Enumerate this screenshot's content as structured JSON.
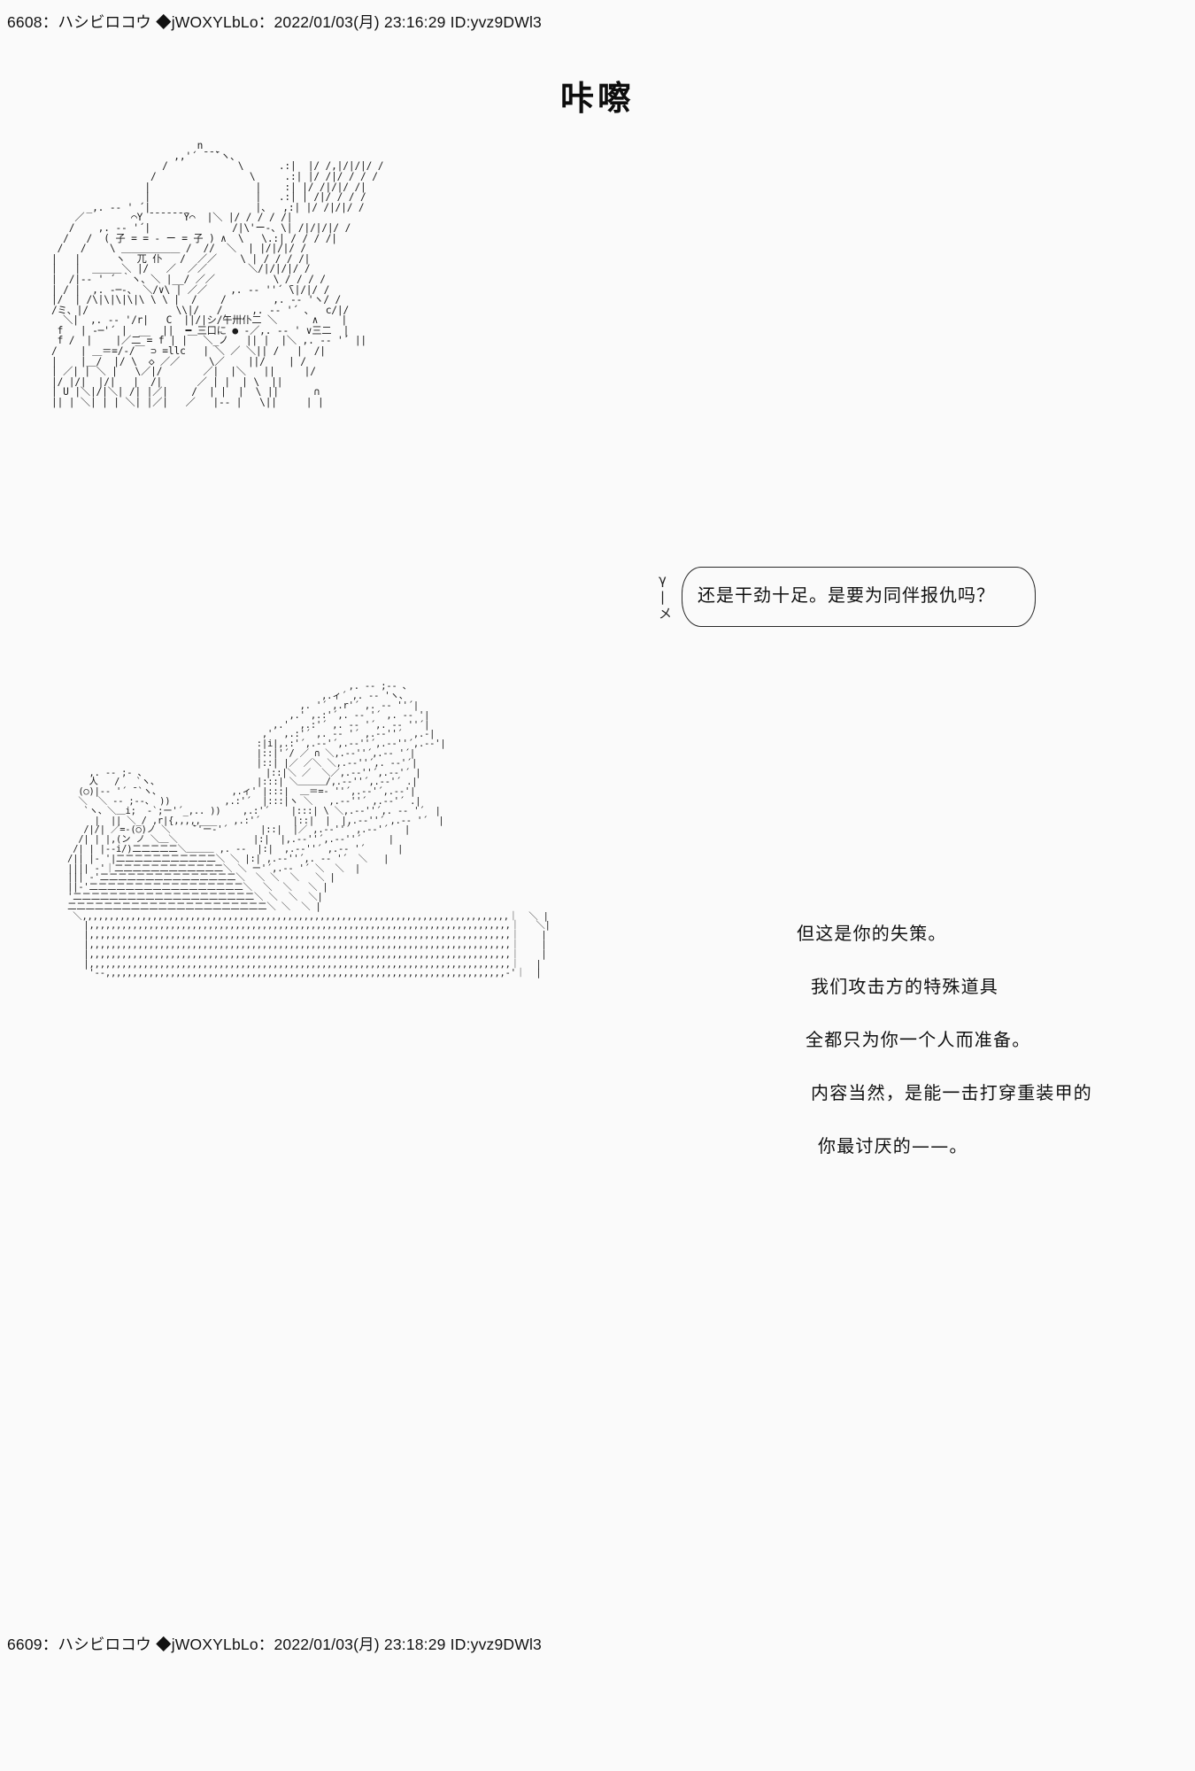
{
  "post_top": {
    "number": "6608",
    "name": "ハシビロコウ",
    "trip_mark": "◆",
    "trip": "jWOXYLbLo",
    "datetime": "2022/01/03(月) 23:16:29",
    "id": "ID:yvz9DWl3",
    "full": "6608：ハシビロコウ ◆jWOXYLbLo：2022/01/03(月) 23:16:29 ID:yvz9DWl3"
  },
  "post_bottom": {
    "number": "6609",
    "name": "ハシビロコウ",
    "trip_mark": "◆",
    "trip": "jWOXYLbLo",
    "datetime": "2022/01/03(月) 23:18:29",
    "id": "ID:yvz9DWl3",
    "full": "6609：ハシビロコウ ◆jWOXYLbLo：2022/01/03(月) 23:18:29 ID:yvz9DWl3"
  },
  "panel1": {
    "title": "咔嚓",
    "speech": "还是干劲十足。是要为同伴报仇吗？",
    "bubble_tail": "γ\n|\nメ",
    "ascii_art": "                         n\n                     ,,'´ ̄ ̄ ̄`ヽ、\n                   /            \\      .:|  |/ /,|/|/|/ /\n                 /                \\     .:| |/ /|/ / / /\n                |                  |    :| |/ /|/|/ /|\n                |                  |   .:| | /|/ / / /\n      _,. -‐ ' ´|                  |、  ,:| |/ /|/|/ /\n    ／        ⌒Y ̄ ̄ ̄ ̄ ̄ ̄ ̄Y⌒  |＼ |/ / / / /|\n   /    ,. -‐ '´|              /|\\'ー-、\\| /|/|/|/ /\n  /   /  ( 子 = = - ー = 子 ) ∧  \\   \\.:| / / / /|\n /   /    \\ ＿＿＿＿＿＿ /  //  ＼  | |/|/|/ /\n|   |      ヽ  兀 仆   /  ／／    \\ | / / / /|\n|   |  ＿＿＿＼ |/   ／  ／／       ＼/|/|/|/ /\n|  /|-‐ ' ´ ｀ヽ、＼ |__/ ／／          \\ / / / /\n| / |  ,. -─-、 ＼/∨\\ | ／／    ,. -‐ ''´ ̄\\|/|/ /\n|/  | /\\|\\|\\|\\|\\ \\ \\ |  /    /        ,. -‐ 'ヽ/ /\n/ミ、|/               \\\\|/   /     ,. -‐ '´ 、  c/|/\n  ＼|  ,. -‐ '/r|   C  ||/|シ/午卅仆二 ＼      ∧    |\n f   | -─'´ |  __  ||  ━ 三口に ● -／,. -‐ ' ∨三二  |\n f /  |    |／二 = f | |￣ ＼_ノ   || |  |＼ ,. -‐ '´ ||\n/    | ＿＝=/‐/￣ ⊃ =llc   | ＼ ／ ＼|| /   |  /|\n|    |＿/  |/ \\  ◇ ／／     \\／    ||/    | /\n| ／| | ＼ |   \\／|/       ／|  |＼   ||     |/\n|/ |/|  |/|   |  /|      ／ | |  | \\  ||\n| U |＼|/|＼| /| |／|    /  | |  |  \\ ||      ∩\n|| | ＼| | | ＼| |／|   ／   |‐‐ |   \\||     | |\n"
  },
  "panel2": {
    "dialogue": [
      "但这是你的失策。",
      "我们攻击方的特殊道具",
      "全都只为你一个人而准备。",
      "内容当然，是能一击打穿重装甲的",
      "你最讨厌的——。"
    ],
    "ascii_art": "                                                     ,. -‐ ;‐- 、\n                                                ,.ィ´ ,. -‐ 'ヽ、\n                                            ,. '´ ,.r'´ ,. -‐ ''´|\n                                          ,.' ,.:'´,. -‐ '´ ,. -‐ '|\n                                       ,.'  ,.:'´ ,. -‐ '´,. -‐ ''´|\n                                     ,'  ,.:'´ ,. -‐ '´ ,.-‐''´  ,.-|\n                                    :|i|,.:'´,.-‐'´,.-‐''´,.-‐''´,.-‐'|\n                                    |::|'´/ ／ ∩ ＼,.-‐''´,.-‐ '´|\n                                    |::| |／ ／＼ ＼,.-‐''´,. -‐'´|\n     ,. -‐ ;‐ 、                      |::|＼ ／  ＼／,.-‐''´,.-‐'´ |\n     人   /   `ヽ、                  |:::| ＼＿＿＿/,.-‐''´,.-‐'´ .|\n   (○)|-‐ '´ ̄ `ヽ、             ,.ィ' |:::|  ＿＝=‐ ''´,.-‐'´,.-‐'|\n   ＼  ＼ -‐ ;‐-、 ))          ,.:'´  |:::|ヽ ＼   ,.-‐''´ ,.-‐'´ .|\n    `ヽ、＼＿i;  -`;ー'´_,.. ))    ,.:'´    |:::| \\ ＼,.-‐''´,. -‐ '´  |\n      |  || ＼_/ ,r|{,,,,,___   ,.:'´      |::|  |  |,.-‐''´ ,.-‐ '´  |\n    /|/| ／=-(○)ノ ＼    ̄`'ー‐'´      |::|  |／ ,.-‐''´ ,.-‐'´   |\n   /| | |,(ン ノ ＼＿＼              |:|  |,.-‐''´,.-‐''´     |\n  /| | |‐‐i/)二二二二二＼＿＿＿ ,. -‐  |:|  ,.-‐''´ ,.-‐ '´      |\n /|| |‐ '|二二二二二二二二二二二＼ ＼ |:| ,.-‐''´,. -‐ '´  ＼   |\n |||| ‐'｜二二二二二二二二二二二二＼ ＼ ー'´,.-‐ '´ ＼  ＼  |\n ||| ‐'二二二二二二二二二二二二二二二＼  ＼ ＼  ＼   ＼ |\n ||‐'二二二二二二二二二二二二二二二二二＼  ＼  ＼   ＼ |\n '二二二二二二二二二二二二二二二二二二二二＼ ＼  ＼  ＼|\n 二二二二二二二二二二二二二二二二二二二二二二＼ ＼  ＼ |\n  ＼,,,,,,,,,,,,,,,,,,,,,,,,,,,,,,,,,,,,,,,,,,,,,,,,,,,,,,,,,,,,,,,,,,,,,,,,,,,,,,,｜  ＼ |\n    |,,,,,,,,,,,,,,,,,,,,,,,,,,,,,,,,,,,,,,,,,,,,,,,,,,,,,,,,,,,,,,,,,,,,,,,,,,,,,,｜   ＼|\n    |,,,,,,,,,,,,,,,,,,,,,,,,,,,,,,,,,,,,,,,,,,,,,,,,,,,,,,,,,,,,,,,,,,,,,,,,,,,,,,｜    |\n    |,,,,,,,,,,,,,,,,,,,,,,,,,,,,,,,,,,,,,,,,,,,,,,,,,,,,,,,,,,,,,,,,,,,,,,,,,,,,,,｜    |\n    |,,,,,,,,,,,,,,,,,,,,,,,,,,,,,,,,,,,,,,,,,,,,,,,,,,,,,,,,,,,,,,,,,,,,,,,,,,,,,,｜    |\n    |,,,,,,,,,,,,,,,,,,,,,,,,,,,,,,,,,,,,,,,,,,,,,,,,,,,,,,,,,,,,,,,,,,,,,,,,,,,,,,｜   |\n     '‐-,,,,,,,,,,,,,,,,,,,,,,,,,,,,,,,,,,,,,,,,,,,,,,,,,,,,,,,,,,,,,,,,,,,,,,,,,,-'｜  |\n"
  },
  "colors": {
    "background": "#fafafa",
    "text": "#101010",
    "ascii": "#1b1b1b"
  }
}
